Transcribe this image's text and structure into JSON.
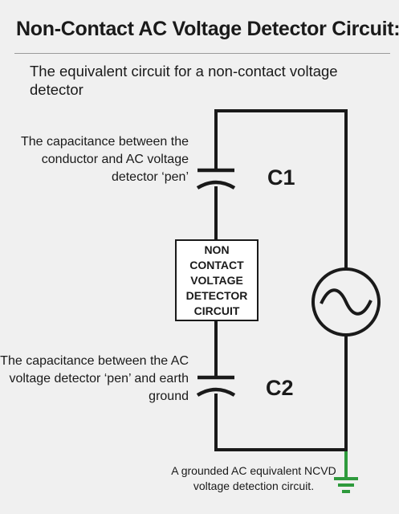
{
  "title": "Non-Contact AC Voltage Detector Circuit:",
  "subtitle": "The equivalent circuit for a non-contact voltage detector",
  "capacitors": {
    "c1_label": "C1",
    "c1_description": "The capacitance between the conductor and AC voltage detector ‘pen’",
    "c2_label": "C2",
    "c2_description": "The capacitance between the AC voltage detector ‘pen’ and earth ground"
  },
  "detector_box": "NON CONTACT VOLTAGE DETECTOR CIRCUIT",
  "ground_note": "A grounded AC equivalent NCVD voltage detection circuit.",
  "colors": {
    "wire": "#1a1a1a",
    "ground": "#2e9a3c",
    "background": "#f0f0f0"
  },
  "icons": [
    "capacitor-symbol",
    "ac-source-symbol",
    "ground-symbol"
  ]
}
